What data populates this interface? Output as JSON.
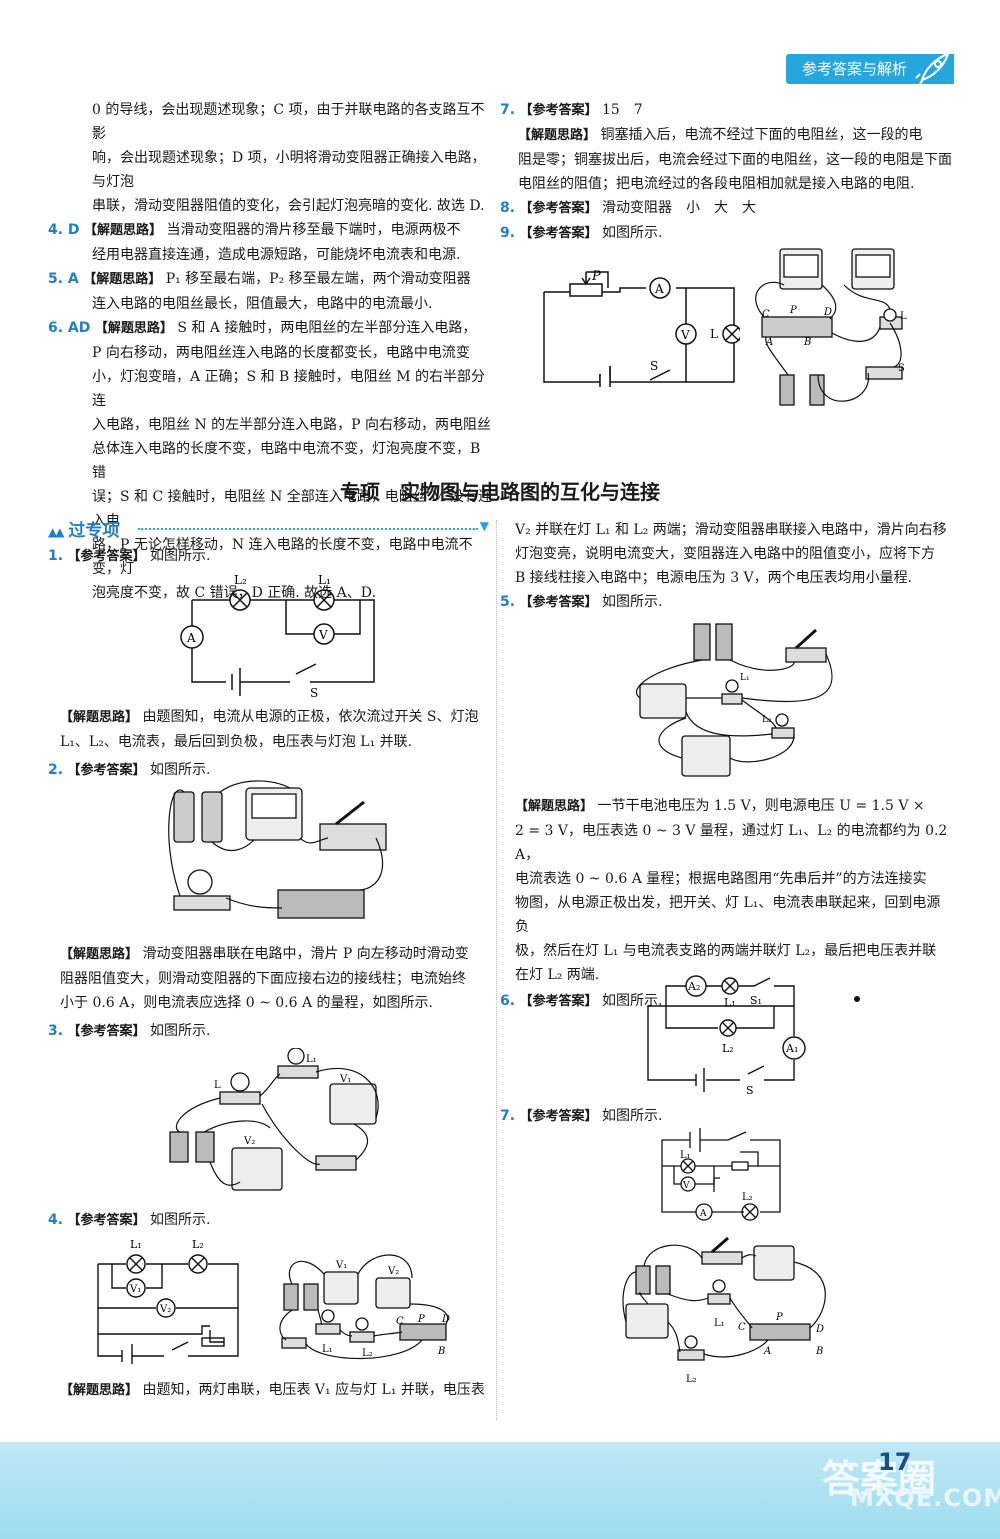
{
  "header": {
    "badge": "参考答案与解析"
  },
  "left_top": {
    "cont_lines": [
      "0 的导线，会出现题述现象；C 项，由于并联电路的各支路互不影",
      "响，会出现题述现象；D 项，小明将滑动变阻器正确接入电路，与灯泡",
      "串联，滑动变阻器阻值的变化，会引起灯泡亮暗的变化. 故选 D."
    ],
    "q4": {
      "num": "4. D",
      "tag": "【解题思路】",
      "lines": [
        "当滑动变阻器的滑片移至最下端时，电源两极不",
        "经用电器直接连通，造成电源短路，可能烧坏电流表和电源."
      ]
    },
    "q5": {
      "num": "5. A",
      "tag": "【解题思路】",
      "lines": [
        "P₁ 移至最右端，P₂ 移至最左端，两个滑动变阻器",
        "连入电路的电阻丝最长，阻值最大，电路中的电流最小."
      ]
    },
    "q6": {
      "num": "6. AD",
      "tag": "【解题思路】",
      "lines": [
        "S 和 A 接触时，两电阻丝的左半部分连入电路，",
        "P 向右移动，两电阻丝连入电路的长度都变长，电路中电流变",
        "小，灯泡变暗，A 正确；S 和 B 接触时，电阻丝 M 的右半部分连",
        "入电路，电阻丝 N 的左半部分连入电路，P 向右移动，两电阻丝",
        "总体连入电路的长度不变，电路中电流不变，灯泡亮度不变，B 错",
        "误；S 和 C 接触时，电阻丝 N 全部连入电路，电阻丝 M 没有连入电",
        "路，P 无论怎样移动，N 连入电路的长度不变，电路中电流不变，灯",
        "泡亮度不变，故 C 错误，D 正确. 故选 A、D."
      ]
    }
  },
  "right_top": {
    "q7": {
      "num": "7.",
      "tag": "【参考答案】",
      "answer": "15　7"
    },
    "q7_expl": {
      "tag": "【解题思路】",
      "lines": [
        "铜塞插入后，电流不经过下面的电阻丝，这一段的电",
        "阻是零；铜塞拔出后，电流会经过下面的电阻丝，这一段的电阻是下面",
        "电阻丝的阻值；把电流经过的各段电阻相加就是接入电路的电阻."
      ]
    },
    "q8": {
      "num": "8.",
      "tag": "【参考答案】",
      "answer": "滑动变阻器　小　大　大"
    },
    "q9": {
      "num": "9.",
      "tag": "【参考答案】",
      "answer": "如图所示."
    }
  },
  "section": {
    "title": "专项　实物图与电路图的互化与连接",
    "sub": "过专项"
  },
  "left_bottom": {
    "a1": {
      "num": "1.",
      "tag": "【参考答案】",
      "answer": "如图所示."
    },
    "a1_expl": {
      "tag": "【解题思路】",
      "lines": [
        "由题图知，电流从电源的正极，依次流过开关 S、灯泡",
        "L₁、L₂、电流表，最后回到负极，电压表与灯泡 L₁ 并联."
      ]
    },
    "a2": {
      "num": "2.",
      "tag": "【参考答案】",
      "answer": "如图所示."
    },
    "a2_expl": {
      "tag": "【解题思路】",
      "lines": [
        "滑动变阻器串联在电路中，滑片 P 向左移动时滑动变",
        "阻器阻值变大，则滑动变阻器的下面应接右边的接线柱；电流始终",
        "小于 0.6 A，则电流表应选择 0 ~ 0.6 A 的量程，如图所示."
      ]
    },
    "a3": {
      "num": "3.",
      "tag": "【参考答案】",
      "answer": "如图所示."
    },
    "a4": {
      "num": "4.",
      "tag": "【参考答案】",
      "answer": "如图所示."
    },
    "a4_expl": {
      "tag": "【解题思路】",
      "lines": [
        "由题知，两灯串联，电压表 V₁ 应与灯 L₁ 并联，电压表"
      ]
    }
  },
  "right_bottom": {
    "cont_lines": [
      "V₂ 并联在灯 L₁ 和 L₂ 两端；滑动变阻器串联接入电路中，滑片向右移",
      "灯泡变亮，说明电流变大，变阻器连入电路中的阻值变小，应将下方",
      "B 接线柱接入电路中；电源电压为 3 V，两个电压表均用小量程."
    ],
    "a5": {
      "num": "5.",
      "tag": "【参考答案】",
      "answer": "如图所示."
    },
    "a5_expl": {
      "tag": "【解题思路】",
      "lines": [
        "一节干电池电压为 1.5 V，则电源电压 U = 1.5 V ×",
        "2 = 3 V，电压表选 0 ~ 3 V 量程，通过灯 L₁、L₂ 的电流都约为 0.2 A，",
        "电流表选 0 ~ 0.6 A 量程；根据电路图用“先串后并”的方法连接实",
        "物图，从电源正极出发，把开关、灯 L₁、电流表串联起来，回到电源负",
        "极，然后在灯 L₁ 与电流表支路的两端并联灯 L₂，最后把电压表并联",
        "在灯 L₂ 两端."
      ]
    },
    "a6": {
      "num": "6.",
      "tag": "【参考答案】",
      "answer": "如图所示."
    },
    "a7": {
      "num": "7.",
      "tag": "【参考答案】",
      "answer": "如图所示."
    }
  },
  "labels": {
    "P": "P",
    "A": "A",
    "V": "V",
    "L": "L",
    "S": "S",
    "B": "B",
    "C": "C",
    "D": "D",
    "L1": "L₁",
    "L2": "L₂",
    "V1": "V₁",
    "V2": "V₂",
    "A1": "A₁",
    "A2": "A₂",
    "S1": "S₁"
  },
  "footer": {
    "page": "17",
    "watermark": "MXQE.COM",
    "watermark_cn": "答案圈"
  }
}
